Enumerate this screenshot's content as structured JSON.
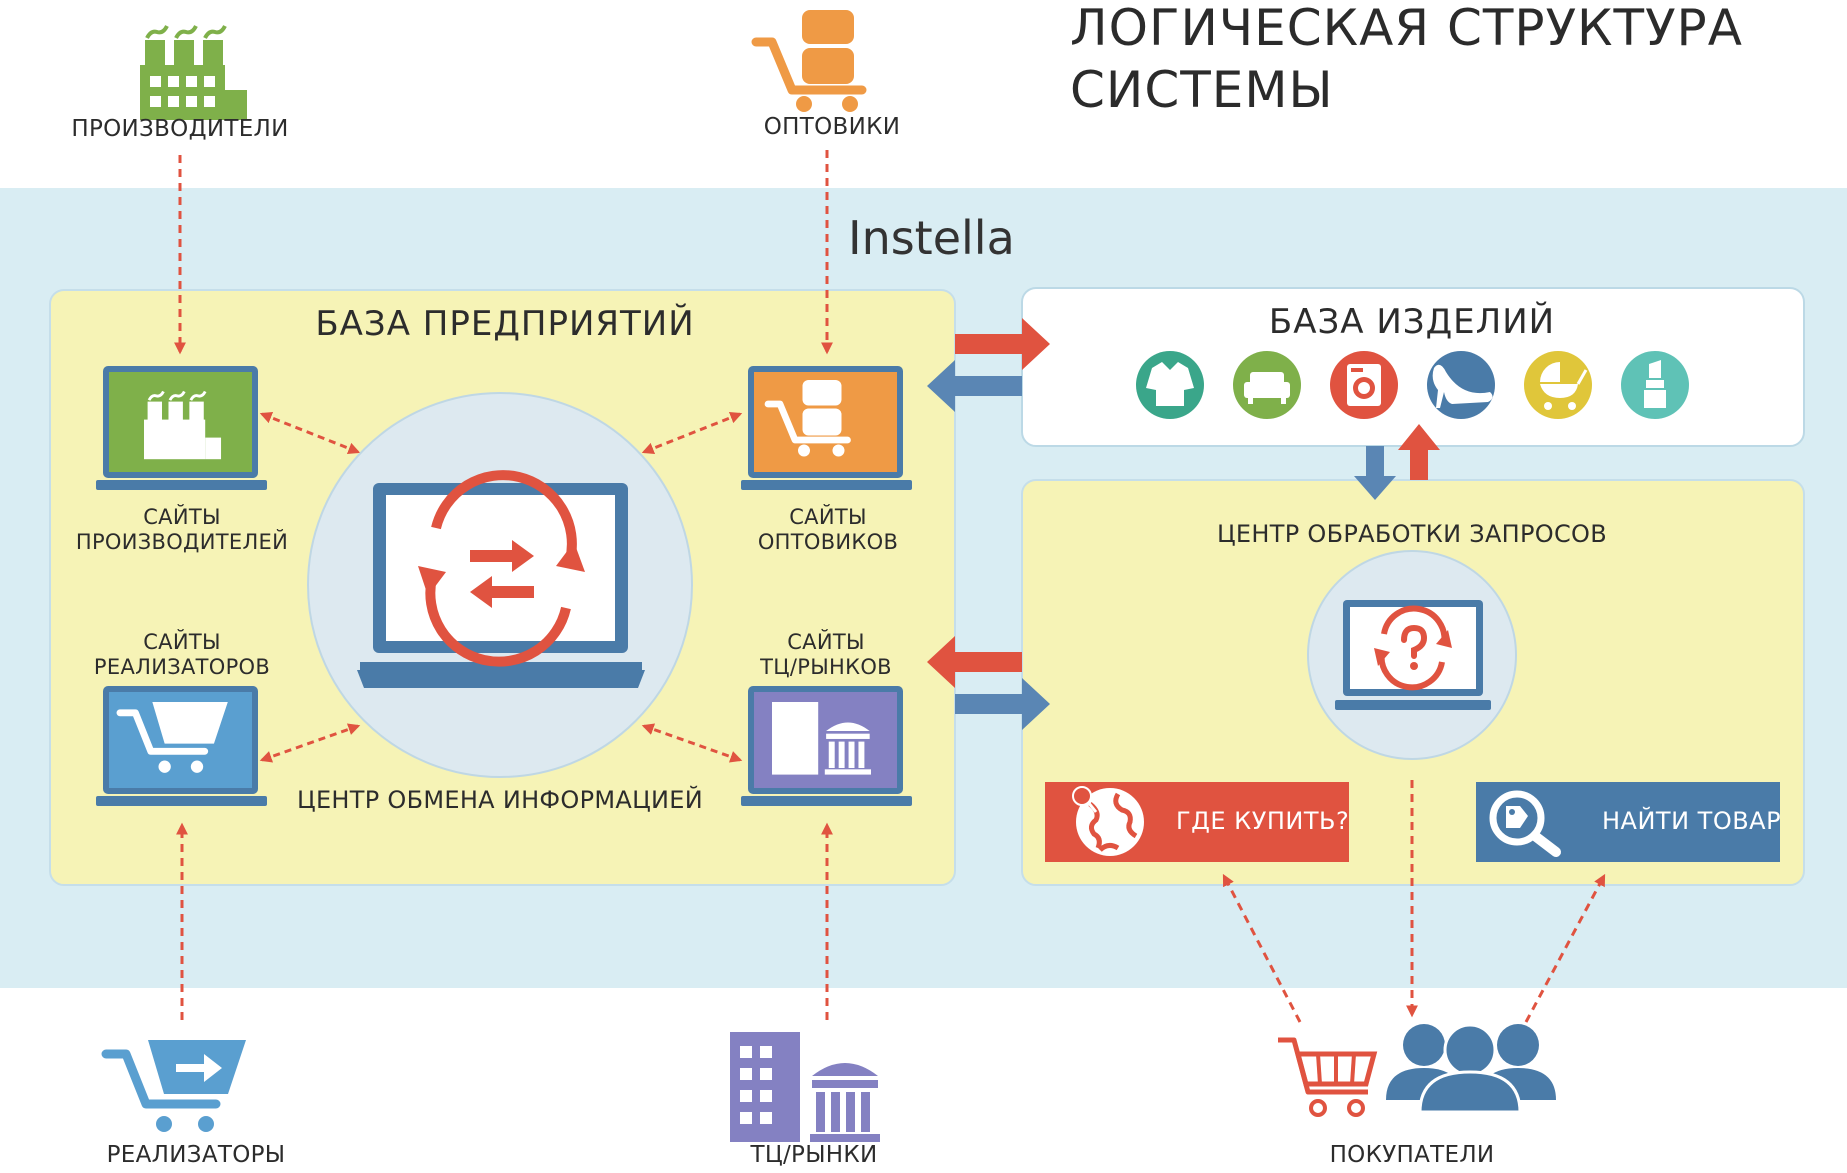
{
  "title": {
    "line1": "ЛОГИЧЕСКАЯ СТРУКТУРА",
    "line2": "СИСТЕМЫ"
  },
  "system_name": "Instella",
  "external": {
    "producers": "ПРОИЗВОДИТЕЛИ",
    "wholesalers": "ОПТОВИКИ",
    "resellers": "РЕАЛИЗАТОРЫ",
    "malls": "ТЦ/РЫНКИ",
    "buyers": "ПОКУПАТЕЛИ"
  },
  "enterprise_db": {
    "title": "БАЗА ПРЕДПРИЯТИЙ",
    "producer_sites": {
      "line1": "САЙТЫ",
      "line2": "ПРОИЗВОДИТЕЛЕЙ"
    },
    "wholesaler_sites": {
      "line1": "САЙТЫ",
      "line2": "ОПТОВИКОВ"
    },
    "reseller_sites": {
      "line1": "САЙТЫ",
      "line2": "РЕАЛИЗАТОРОВ"
    },
    "mall_sites": {
      "line1": "САЙТЫ",
      "line2": "ТЦ/РЫНКОВ"
    },
    "exchange_center": "ЦЕНТР ОБМЕНА ИНФОРМАЦИЕЙ"
  },
  "product_db": {
    "title": "БАЗА ИЗДЕЛИЙ",
    "icons": [
      "shirt-icon",
      "sofa-icon",
      "washing-machine-icon",
      "high-heel-icon",
      "baby-stroller-icon",
      "lipstick-icon"
    ]
  },
  "request_center": {
    "title": "ЦЕНТР ОБРАБОТКИ  ЗАПРОСОВ",
    "where_to_buy": "ГДЕ КУПИТЬ?",
    "find_product": "НАЙТИ ТОВАР"
  },
  "colors": {
    "system_bg": "#d9edf3",
    "zone_yellow": "#f6f3b6",
    "green": "#7fb04a",
    "orange": "#ef9a45",
    "blue": "#5a9fd0",
    "purple": "#8481c2",
    "red": "#e05340",
    "dark_blue": "#4a7ba8",
    "circle_fill": "#dde9f0"
  }
}
